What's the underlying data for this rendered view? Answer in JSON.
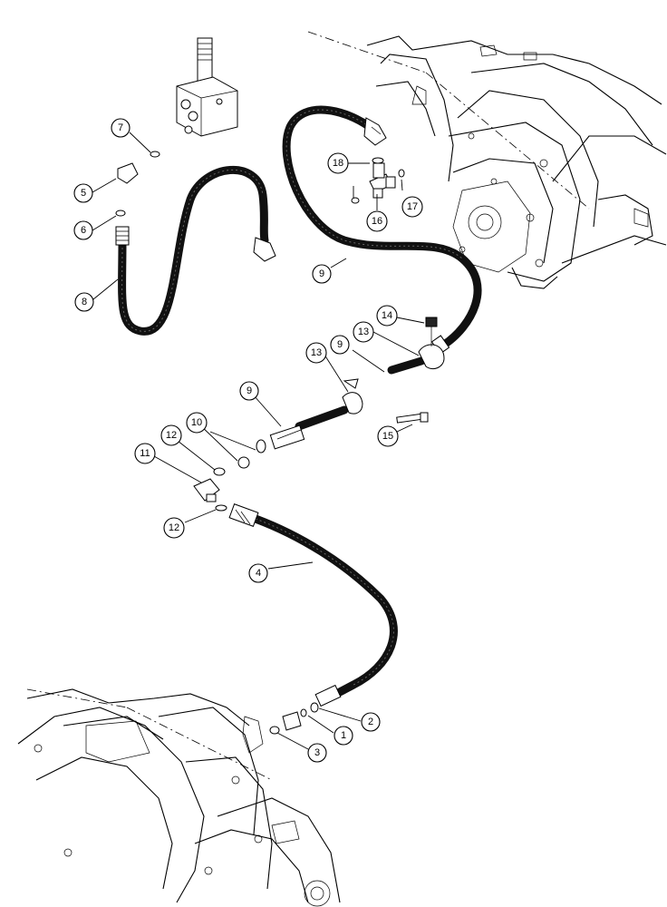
{
  "callouts": [
    {
      "id": "c7",
      "label": "7"
    },
    {
      "id": "c5",
      "label": "5"
    },
    {
      "id": "c6",
      "label": "6"
    },
    {
      "id": "c8",
      "label": "8"
    },
    {
      "id": "c18",
      "label": "18"
    },
    {
      "id": "c16a",
      "label": "16"
    },
    {
      "id": "c17",
      "label": "17"
    },
    {
      "id": "c9a",
      "label": "9"
    },
    {
      "id": "c14",
      "label": "14"
    },
    {
      "id": "c13a",
      "label": "13"
    },
    {
      "id": "c9b",
      "label": "9"
    },
    {
      "id": "c13b",
      "label": "13"
    },
    {
      "id": "c9c",
      "label": "9"
    },
    {
      "id": "c15",
      "label": "15"
    },
    {
      "id": "c10",
      "label": "10"
    },
    {
      "id": "c12a",
      "label": "12"
    },
    {
      "id": "c11",
      "label": "11"
    },
    {
      "id": "c12b",
      "label": "12"
    },
    {
      "id": "c4",
      "label": "4"
    },
    {
      "id": "c2",
      "label": "2"
    },
    {
      "id": "c1",
      "label": "1"
    },
    {
      "id": "c3",
      "label": "3"
    }
  ]
}
